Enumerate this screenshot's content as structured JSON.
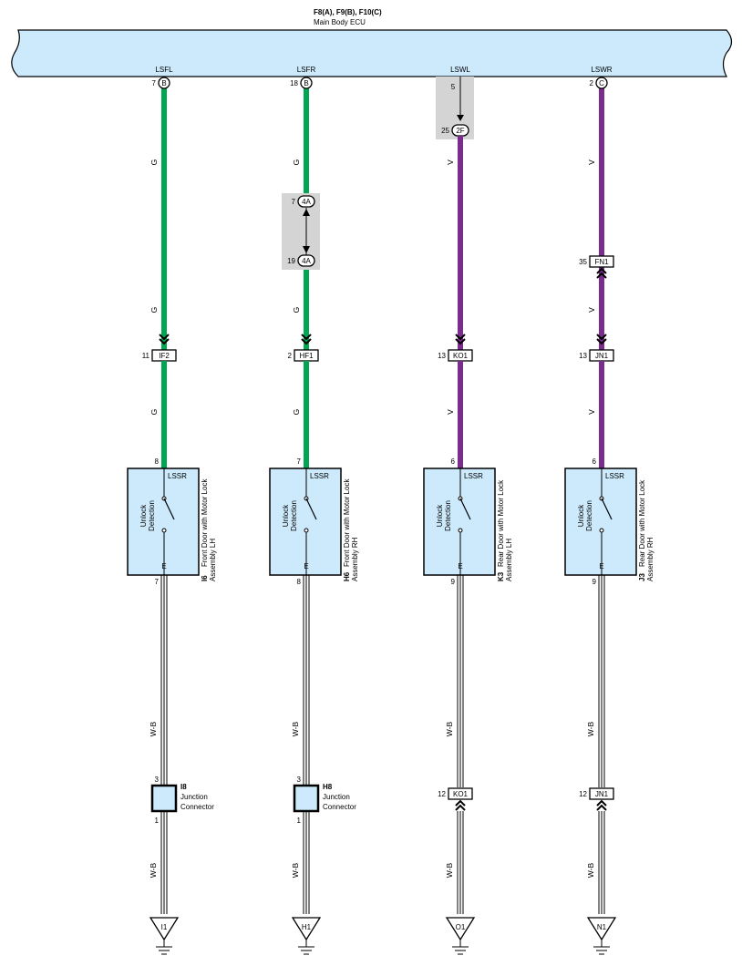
{
  "ecu": {
    "title": "F8(A), F9(B), F10(C)",
    "name": "Main Body ECU",
    "fill_color": "#cdeafc"
  },
  "wire_colors": {
    "G": "#00a651",
    "V": "#7b2d8e"
  },
  "columns": [
    {
      "id": "lsfl",
      "terminal_name": "LSFL",
      "ecu_pin": "7",
      "ecu_connector": "B",
      "upper_color_code": "G",
      "upper_labels": [
        "G",
        "G"
      ],
      "inline_a": null,
      "inline_b": null,
      "upper_connector": {
        "pin": "11",
        "name": "IF2"
      },
      "upper_connector_arrow": "down",
      "lower_color_label": "G",
      "part_pin_top": "8",
      "part_pin_bottom": "7",
      "part_terminal_top": "LSSR",
      "part_terminal_bottom": "E",
      "switch_label": [
        "Unlock",
        "Detection"
      ],
      "part_code": "I6",
      "part_name": [
        "Front Door with Motor Lock",
        "Assembly LH"
      ],
      "ground_wire_label": "W-B",
      "lower_element": {
        "type": "junction",
        "pin_top": "3",
        "pin_bottom": "1",
        "code": "I8",
        "name": [
          "Junction",
          "Connector"
        ]
      },
      "ground_wire_label2": "W-B",
      "ground_name": "I1"
    },
    {
      "id": "lsfr",
      "terminal_name": "LSFR",
      "ecu_pin": "18",
      "ecu_connector": "B",
      "upper_color_code": "G",
      "upper_labels": [
        "G",
        "G"
      ],
      "inline_a": {
        "pin_top": "7",
        "name_top": "4A",
        "pin_bottom": "19",
        "name_bottom": "4A"
      },
      "inline_b": null,
      "upper_connector": {
        "pin": "2",
        "name": "HF1"
      },
      "upper_connector_arrow": "down",
      "lower_color_label": "G",
      "part_pin_top": "7",
      "part_pin_bottom": "8",
      "part_terminal_top": "LSSR",
      "part_terminal_bottom": "E",
      "switch_label": [
        "Unlock",
        "Detection"
      ],
      "part_code": "H6",
      "part_name": [
        "Front Door with Motor Lock",
        "Assembly RH"
      ],
      "ground_wire_label": "W-B",
      "lower_element": {
        "type": "junction",
        "pin_top": "3",
        "pin_bottom": "1",
        "code": "H8",
        "name": [
          "Junction",
          "Connector"
        ]
      },
      "ground_wire_label2": "W-B",
      "ground_name": "H1"
    },
    {
      "id": "lswl",
      "terminal_name": "LSWL",
      "ecu_pin": "5",
      "ecu_connector": "",
      "upper_color_code": "V",
      "upper_labels": [
        "V"
      ],
      "inline_a": null,
      "inline_b": {
        "pin": "25",
        "name": "2F"
      },
      "upper_connector": {
        "pin": "13",
        "name": "KO1"
      },
      "upper_connector_arrow": "down",
      "lower_color_label": "V",
      "part_pin_top": "6",
      "part_pin_bottom": "9",
      "part_terminal_top": "LSSR",
      "part_terminal_bottom": "E",
      "switch_label": [
        "Unlock",
        "Detection"
      ],
      "part_code": "K3",
      "part_name": [
        "Rear Door with Motor Lock",
        "Assembly LH"
      ],
      "ground_wire_label": "W-B",
      "lower_element": {
        "type": "connector",
        "pin": "12",
        "name": "KO1"
      },
      "ground_wire_label2": "W-B",
      "ground_name": "O1"
    },
    {
      "id": "lswr",
      "terminal_name": "LSWR",
      "ecu_pin": "2",
      "ecu_connector": "C",
      "upper_color_code": "V",
      "upper_labels": [
        "V",
        "V"
      ],
      "inline_a": null,
      "inline_b": null,
      "mid_connector": {
        "pin": "35",
        "name": "FN1"
      },
      "upper_connector": {
        "pin": "13",
        "name": "JN1"
      },
      "upper_connector_arrow": "down",
      "lower_color_label": "V",
      "part_pin_top": "6",
      "part_pin_bottom": "9",
      "part_terminal_top": "LSSR",
      "part_terminal_bottom": "E",
      "switch_label": [
        "Unlock",
        "Detection"
      ],
      "part_code": "J3",
      "part_name": [
        "Rear Door with Motor Lock",
        "Assembly RH"
      ],
      "ground_wire_label": "W-B",
      "lower_element": {
        "type": "connector",
        "pin": "12",
        "name": "JN1"
      },
      "ground_wire_label2": "W-B",
      "ground_name": "N1"
    }
  ]
}
